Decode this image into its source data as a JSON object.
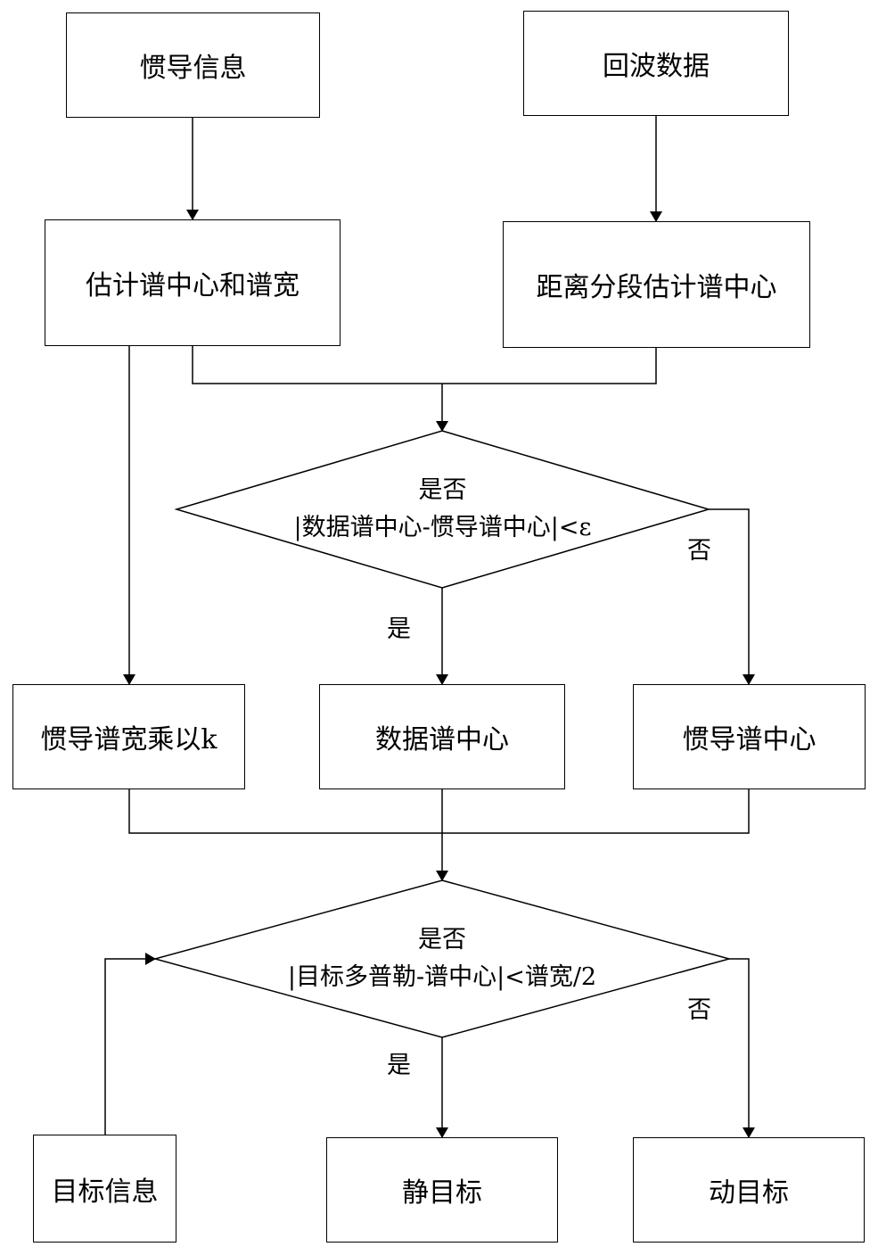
{
  "nodes": {
    "inertial_info": "惯导信息",
    "echo_data": "回波数据",
    "estimate_center_width": "估计谱中心和谱宽",
    "range_segment_estimate": "距离分段估计谱中心",
    "inertial_width_times_k": "惯导谱宽乘以k",
    "data_spectrum_center": "数据谱中心",
    "inertial_spectrum_center": "惯导谱中心",
    "target_info": "目标信息",
    "static_target": "静目标",
    "moving_target": "动目标"
  },
  "decisions": {
    "first": {
      "line1": "是否",
      "line2": "|数据谱中心-惯导谱中心|<ε"
    },
    "second": {
      "line1": "是否",
      "line2": "|目标多普勒-谱中心|<谱宽/2"
    }
  },
  "labels": {
    "first_no": "否",
    "first_yes": "是",
    "second_no": "否",
    "second_yes": "是"
  }
}
